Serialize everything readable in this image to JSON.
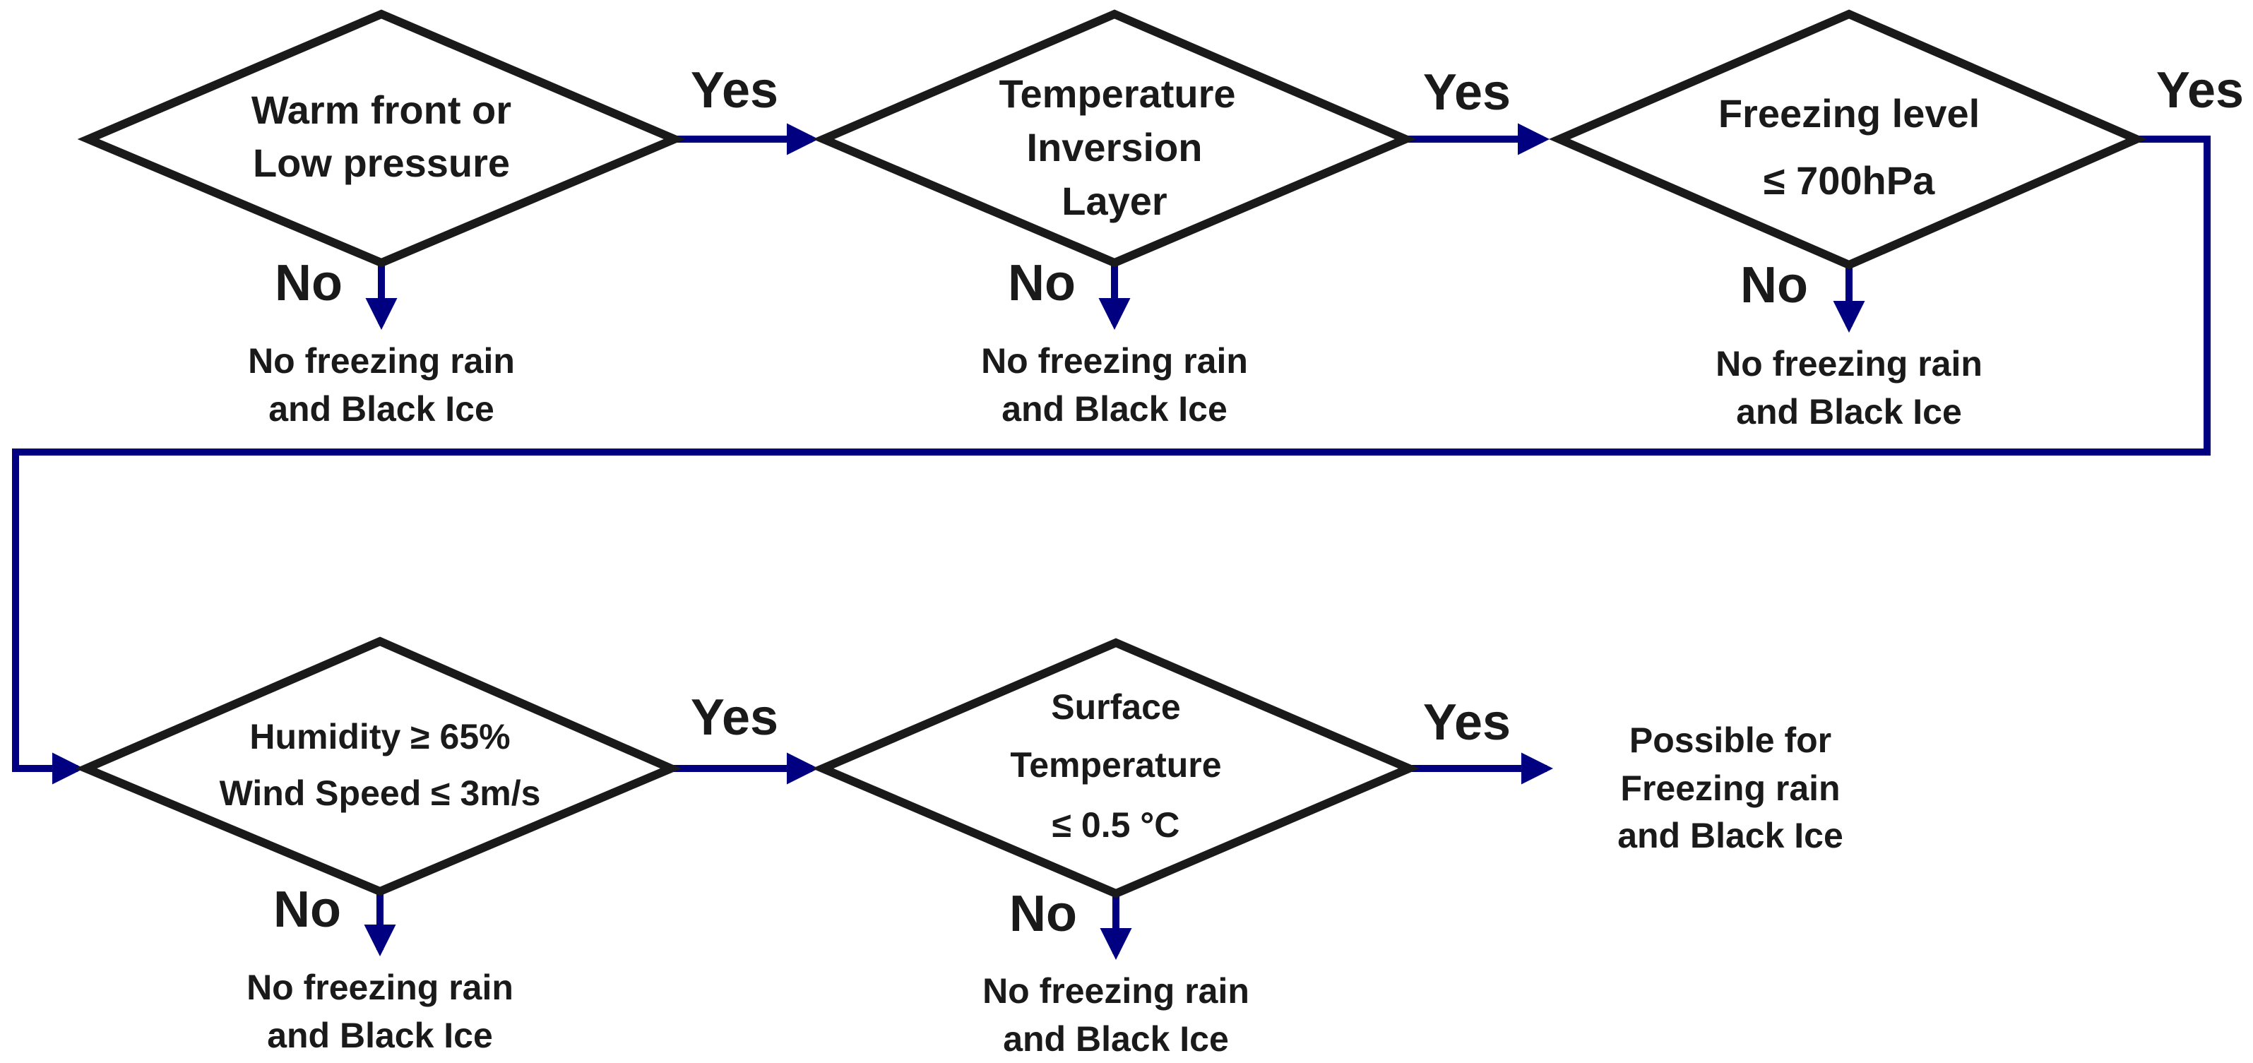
{
  "colors": {
    "connector": "#000080",
    "outline": "#1a1a1a",
    "text": "#1a1a1a",
    "background": "#ffffff"
  },
  "decisions": {
    "d1": {
      "line1": "Warm front or",
      "line2": "Low pressure"
    },
    "d2": {
      "line1": "Temperature",
      "line2": "Inversion",
      "line3": "Layer"
    },
    "d3": {
      "line1": "Freezing level",
      "line2": "≤ 700hPa"
    },
    "d4": {
      "line1": "Humidity ≥ 65%",
      "line2": "Wind Speed ≤ 3m/s"
    },
    "d5": {
      "line1": "Surface",
      "line2": "Temperature",
      "line3": "≤ 0.5 °C"
    }
  },
  "labels": {
    "yes": "Yes",
    "no": "No"
  },
  "outcomes": {
    "negative": {
      "line1": "No freezing rain",
      "line2": "and Black Ice"
    },
    "positive": {
      "line1": "Possible for",
      "line2": "Freezing rain",
      "line3": "and Black Ice"
    }
  }
}
